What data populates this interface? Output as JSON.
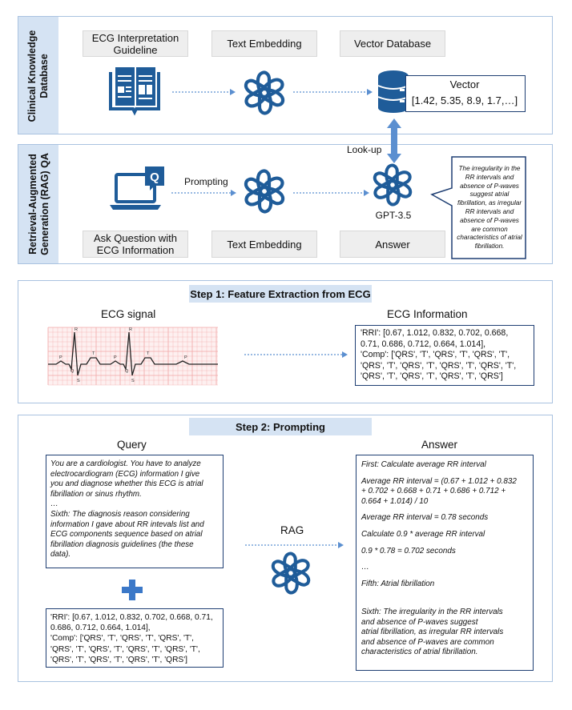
{
  "top": {
    "sidebar1_label": "Clinical Knowledge Database",
    "sidebar2_label": "Retrieval-Augmented Generation (RAG) QA",
    "guideline_label": "ECG Interpretation Guideline",
    "text_embedding_label": "Text Embedding",
    "vector_db_label": "Vector Database",
    "vector_title": "Vector",
    "vector_values": "[1.42, 5.35, 8.9, 1.7,…]",
    "lookup_label": "Look-up",
    "prompting_label": "Prompting",
    "gpt_label": "GPT-3.5",
    "ask_label": "Ask Question with ECG Information",
    "text_embedding2_label": "Text Embedding",
    "answer_label": "Answer",
    "bubble_text": "The irregularity in the RR intervals and absence of P-waves suggest atrial fibrillation, as irregular RR intervals and absence of P-waves are common characteristics of atrial fibrillation."
  },
  "step1": {
    "title": "Step 1: Feature Extraction from ECG",
    "signal_label": "ECG signal",
    "info_label": "ECG Information",
    "info_lines": [
      "'RRI': [0.67, 1.012, 0.832, 0.702, 0.668,",
      "0.71, 0.686, 0.712, 0.664, 1.014],",
      "'Comp': ['QRS', 'T', 'QRS', 'T', 'QRS', 'T',",
      "'QRS', 'T', 'QRS', 'T', 'QRS', 'T', 'QRS', 'T',",
      "'QRS', 'T', 'QRS', 'T', 'QRS', 'T', 'QRS']"
    ],
    "wave_letters": [
      "P",
      "Q",
      "R",
      "S",
      "T"
    ]
  },
  "step2": {
    "title": "Step 2: Prompting",
    "query_label": "Query",
    "answer_label": "Answer",
    "rag_label": "RAG",
    "query_lines": [
      "You are a cardiologist. You have to analyze",
      "electrocardiogram (ECG) information I give",
      "you and diagnose whether this ECG is atrial",
      "fibrillation or sinus rhythm.",
      "…",
      " Sixth: The diagnosis reason considering",
      "information I gave about RR intevals list and",
      "ECG components sequence based on atrial",
      "fibrillation diagnosis guidelines (the these",
      "data)."
    ],
    "data_lines": [
      "'RRI': [0.67, 1.012, 0.832, 0.702, 0.668, 0.71,",
      "0.686, 0.712, 0.664, 1.014],",
      "'Comp': ['QRS', 'T', 'QRS', 'T', 'QRS', 'T',",
      "'QRS', 'T', 'QRS', 'T', 'QRS', 'T', 'QRS', 'T',",
      "'QRS', 'T', 'QRS', 'T', 'QRS', 'T', 'QRS']"
    ],
    "answer_paras": [
      [
        "First: Calculate average RR interval"
      ],
      [
        "Average RR interval = (0.67 + 1.012 + 0.832",
        "+ 0.702 + 0.668 + 0.71 + 0.686 + 0.712 +",
        "0.664 + 1.014) / 10"
      ],
      [
        "Average RR interval = 0.78 seconds"
      ],
      [
        "Calculate 0.9 * average RR interval"
      ],
      [
        "0.9 * 0.78 = 0.702 seconds"
      ],
      [
        "…"
      ],
      [
        "Fifth: Atrial fibrillation"
      ]
    ],
    "answer_final": [
      "Sixth: The irregularity in the RR intervals",
      "and absence of P-waves suggest",
      "atrial fibrillation, as irregular RR intervals",
      "and absence of P-waves are common",
      "characteristics of atrial fibrillation."
    ]
  },
  "colors": {
    "panel_border": "#a9c2e0",
    "sidebar_fill": "#d5e3f3",
    "navy": "#1f3f73",
    "icon_blue": "#1f5c99",
    "arrow_blue": "#5b8fd0",
    "plus_blue": "#3b78c8",
    "grid_red": "#f2a6a6"
  }
}
